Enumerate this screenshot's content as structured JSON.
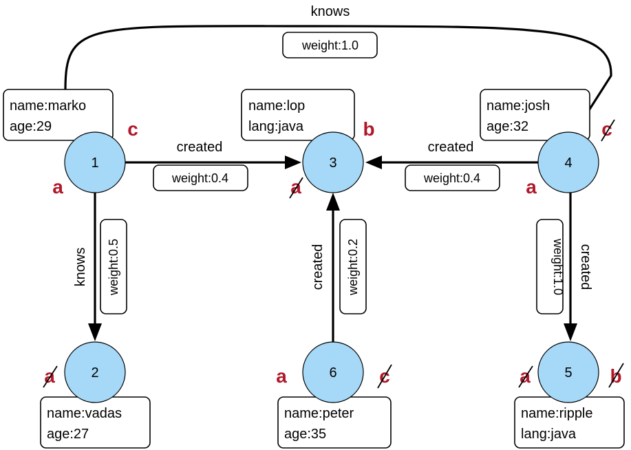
{
  "nodes": [
    {
      "id": "1",
      "props": [
        "name:marko",
        "age:29"
      ],
      "marks": [
        "a",
        "c"
      ]
    },
    {
      "id": "2",
      "props": [
        "name:vadas",
        "age:27"
      ],
      "marks": [
        "a"
      ]
    },
    {
      "id": "3",
      "props": [
        "name:lop",
        "lang:java"
      ],
      "marks": [
        "a",
        "b"
      ]
    },
    {
      "id": "4",
      "props": [
        "name:josh",
        "age:32"
      ],
      "marks": [
        "a",
        "c"
      ]
    },
    {
      "id": "5",
      "props": [
        "name:ripple",
        "lang:java"
      ],
      "marks": [
        "a",
        "b"
      ]
    },
    {
      "id": "6",
      "props": [
        "name:peter",
        "age:35"
      ],
      "marks": [
        "a",
        "c"
      ]
    }
  ],
  "edges": [
    {
      "from": "1",
      "to": "4",
      "label": "knows",
      "weight": "weight:1.0"
    },
    {
      "from": "1",
      "to": "3",
      "label": "created",
      "weight": "weight:0.4"
    },
    {
      "from": "4",
      "to": "3",
      "label": "created",
      "weight": "weight:0.4"
    },
    {
      "from": "1",
      "to": "2",
      "label": "knows",
      "weight": "weight:0.5"
    },
    {
      "from": "6",
      "to": "3",
      "label": "created",
      "weight": "weight:0.2"
    },
    {
      "from": "4",
      "to": "5",
      "label": "created",
      "weight": "weight:1.0"
    }
  ],
  "colors": {
    "node_fill": "#a6d8f7",
    "mark": "#b0182a"
  }
}
